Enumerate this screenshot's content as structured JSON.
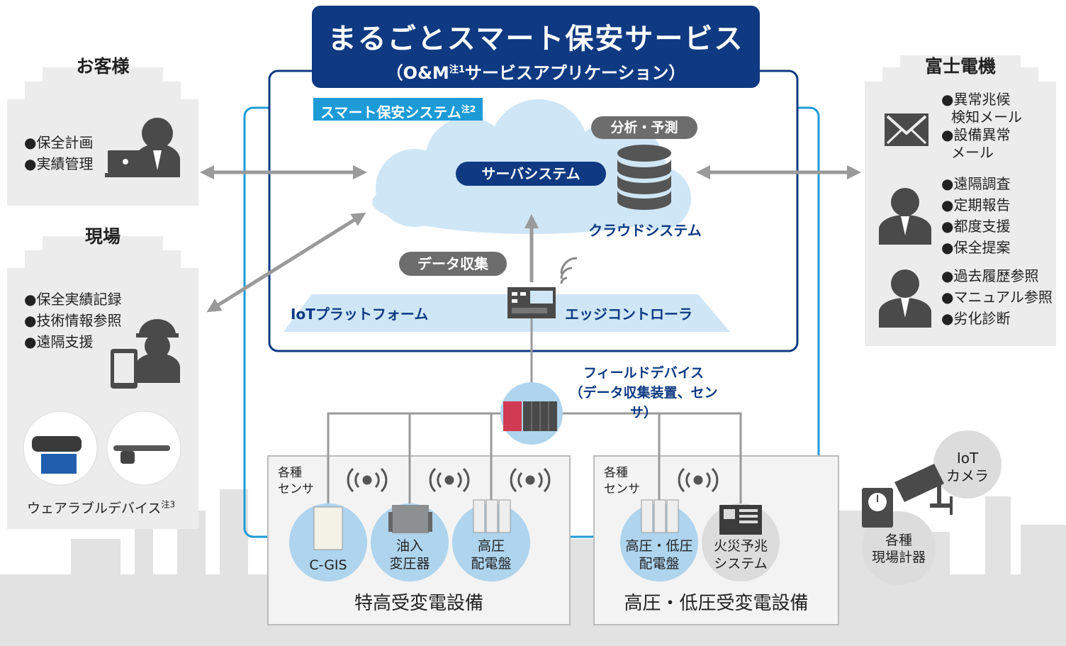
{
  "title": {
    "main": "まるごとスマート保安サービス",
    "sub_prefix": "（O&M",
    "sub_note": "注1",
    "sub_suffix": "サービスアプリケーション）"
  },
  "system": {
    "label": "スマート保安システム",
    "note": "注2"
  },
  "cloud": {
    "server_label": "サーバシステム",
    "analysis_label": "分析・予測",
    "cloud_label": "クラウドシステム",
    "data_collection_label": "データ収集",
    "iot_platform_label": "IoTプラットフォーム",
    "edge_label": "エッジコントローラ"
  },
  "customer": {
    "title": "お客様",
    "items": [
      "●保全計画",
      "●実績管理"
    ]
  },
  "field": {
    "title": "現場",
    "items": [
      "●保全実績記録",
      "●技術情報参照",
      "●遠隔支援"
    ],
    "wearable_label": "ウェアラブルデバイス",
    "wearable_note": "注3"
  },
  "fuji": {
    "title": "富士電機",
    "group1": [
      "●異常兆候",
      "検知メール",
      "●設備異常",
      "メール"
    ],
    "group2": [
      "●遠隔調査",
      "●定期報告",
      "●都度支援",
      "●保全提案"
    ],
    "group3": [
      "●過去履歴参照",
      "●マニュアル参照",
      "●劣化診断"
    ]
  },
  "field_device": {
    "line1": "フィールドデバイス",
    "line2": "（データ収集装置、センサ）"
  },
  "substation_ehv": {
    "sensor_label": [
      "各種",
      "センサ"
    ],
    "equipment": [
      {
        "label": [
          "C-GIS"
        ]
      },
      {
        "label": [
          "油入",
          "変圧器"
        ]
      },
      {
        "label": [
          "高圧",
          "配電盤"
        ]
      }
    ],
    "title": "特高受変電設備"
  },
  "substation_hv": {
    "sensor_label": [
      "各種",
      "センサ"
    ],
    "equipment": [
      {
        "label": [
          "高圧・低圧",
          "配電盤"
        ]
      },
      {
        "label": [
          "火災予兆",
          "システム"
        ]
      }
    ],
    "title": "高圧・低圧受変電設備"
  },
  "iot_camera": {
    "label": [
      "IoT",
      "カメラ"
    ]
  },
  "site_meter": {
    "label": [
      "各種",
      "現場計器"
    ]
  },
  "colors": {
    "navy": "#0f3a82",
    "light_blue": "#1d9bd6",
    "cloud": "#cfe6f6",
    "circle": "#aed4ee",
    "gray_pill": "#6d6d6d",
    "panel": "#ececec",
    "arrow": "#9a9a9a"
  }
}
